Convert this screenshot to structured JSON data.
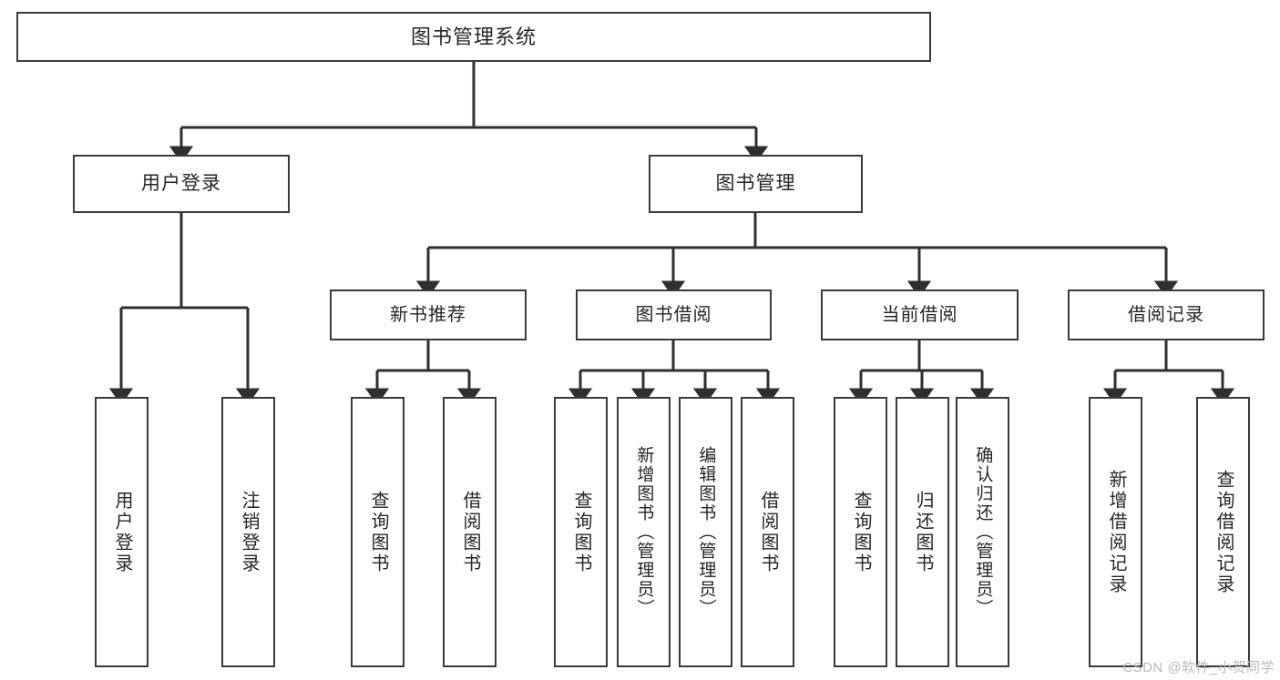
{
  "diagram": {
    "type": "tree",
    "title": "图书管理系统",
    "orientation": "top-down",
    "colors": {
      "box_border": "#3a3a3a",
      "box_fill": "#ffffff",
      "connector": "#2f2f2f",
      "text": "#262626",
      "watermark": "#b9b9b9"
    },
    "root": {
      "label": "图书管理系统"
    },
    "level1": [
      {
        "id": "user-login",
        "label": "用户登录"
      },
      {
        "id": "book-manage",
        "label": "图书管理"
      }
    ],
    "level2": [
      {
        "id": "new-book-rec",
        "label": "新书推荐",
        "parent": "book-manage"
      },
      {
        "id": "book-borrow",
        "label": "图书借阅",
        "parent": "book-manage"
      },
      {
        "id": "current-borrow",
        "label": "当前借阅",
        "parent": "book-manage"
      },
      {
        "id": "borrow-record",
        "label": "借阅记录",
        "parent": "book-manage"
      }
    ],
    "leaves": {
      "user_login": [
        {
          "id": "leaf-user-login",
          "label": "用户登录"
        },
        {
          "id": "leaf-logout",
          "label": "注销登录"
        }
      ],
      "new_book_rec": [
        {
          "id": "leaf-query-book-1",
          "label": "查询图书"
        },
        {
          "id": "leaf-borrow-book-1",
          "label": "借阅图书"
        }
      ],
      "book_borrow": [
        {
          "id": "leaf-query-book-2",
          "label": "查询图书"
        },
        {
          "id": "leaf-add-book",
          "label": "新增图书（管理员）"
        },
        {
          "id": "leaf-edit-book",
          "label": "编辑图书（管理员）"
        },
        {
          "id": "leaf-borrow-book-2",
          "label": "借阅图书"
        }
      ],
      "current_borrow": [
        {
          "id": "leaf-query-book-3",
          "label": "查询图书"
        },
        {
          "id": "leaf-return-book",
          "label": "归还图书"
        },
        {
          "id": "leaf-confirm-return",
          "label": "确认归还（管理员）"
        }
      ],
      "borrow_record": [
        {
          "id": "leaf-add-record",
          "label": "新增借阅记录"
        },
        {
          "id": "leaf-query-record",
          "label": "查询借阅记录"
        }
      ]
    }
  },
  "watermark": {
    "text": "CSDN @软件_小贺同学"
  }
}
